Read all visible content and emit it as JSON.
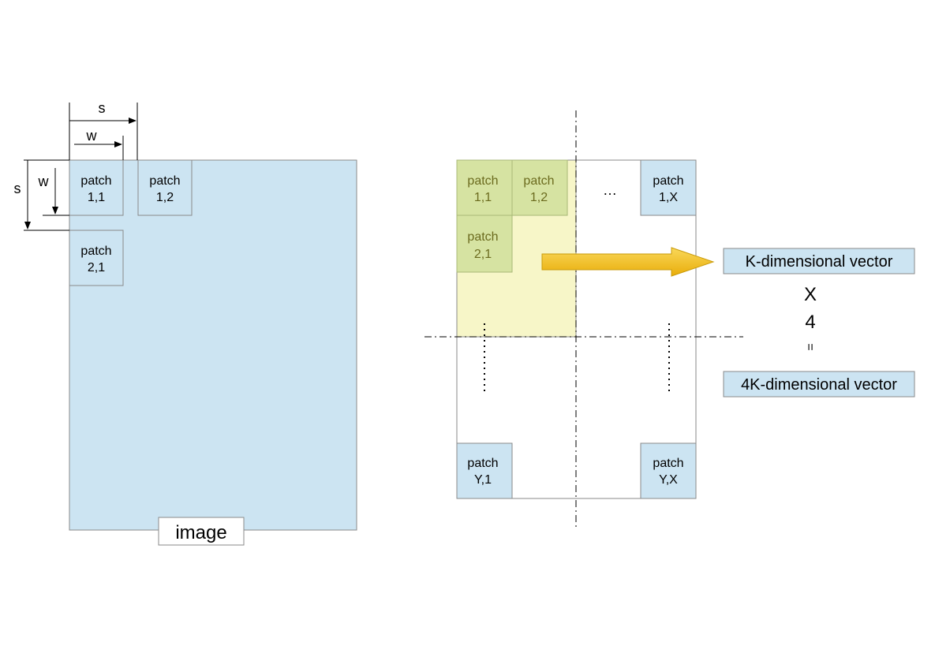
{
  "colors": {
    "patch_blue": "#cce4f2",
    "patch_green": "#d6e3a2",
    "region_yellow": "#f7f6c8",
    "arrow_gold": "#f3c019",
    "border": "#8a8a8a"
  },
  "left": {
    "image_label": "image",
    "dim_s_top": "s",
    "dim_w_top": "w",
    "dim_s_left": "s",
    "dim_w_left": "w",
    "patches": [
      {
        "l1": "patch",
        "l2": "1,1"
      },
      {
        "l1": "patch",
        "l2": "1,2"
      },
      {
        "l1": "patch",
        "l2": "2,1"
      }
    ]
  },
  "right": {
    "ellipsis": "…",
    "patches": [
      {
        "l1": "patch",
        "l2": "1,1"
      },
      {
        "l1": "patch",
        "l2": "1,2"
      },
      {
        "l1": "patch",
        "l2": "2,1"
      },
      {
        "l1": "patch",
        "l2": "1,X"
      },
      {
        "l1": "patch",
        "l2": "Y,1"
      },
      {
        "l1": "patch",
        "l2": "Y,X"
      }
    ],
    "k_vector": "K-dimensional vector",
    "times": "X",
    "four": "4",
    "equals": "=",
    "fourk_vector": "4K-dimensional vector"
  }
}
